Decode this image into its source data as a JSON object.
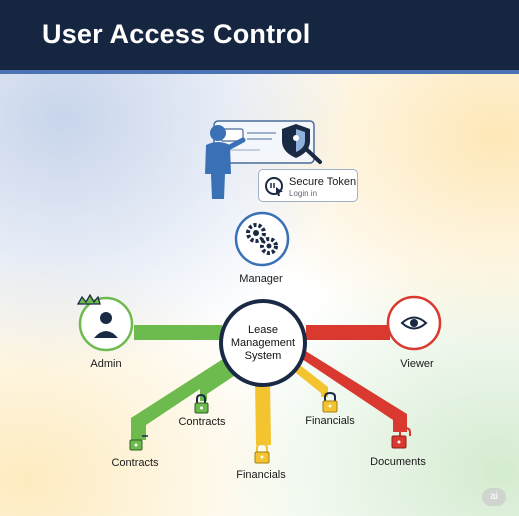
{
  "header": {
    "title": "User Access Control"
  },
  "token_card": {
    "title": "Secure Token",
    "subtitle": "Login in"
  },
  "hub": {
    "line1": "Lease",
    "line2": "Management",
    "line3": "System"
  },
  "roles": {
    "manager": "Manager",
    "admin": "Admin",
    "viewer": "Viewer"
  },
  "permissions": {
    "contracts_left": "Contracts",
    "contracts_mid": "Contracts",
    "financials_bottom": "Financials",
    "financials_right": "Financials",
    "documents": "Documents"
  },
  "badge": {
    "text": "ai"
  },
  "colors": {
    "header_bg": "#172640",
    "green": "#6dbb4f",
    "yellow": "#f3c42f",
    "red": "#d9392f",
    "blue": "#3a70b5",
    "navy": "#1b2a44"
  },
  "icons": [
    "presenter-icon",
    "shield-icon",
    "token-icon",
    "gears-icon",
    "admin-crown-icon",
    "eye-icon",
    "lock-icon"
  ]
}
